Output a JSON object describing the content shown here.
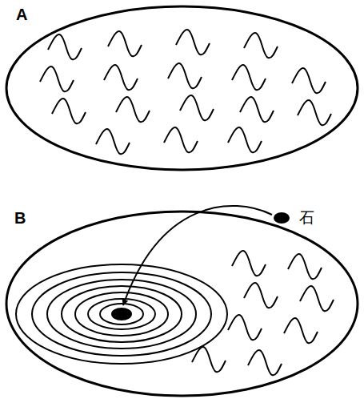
{
  "diagram": {
    "nodes": [
      {
        "text": [
          "A"
        ]
      },
      {
        "text": [
          "B"
        ]
      }
    ],
    "labels": [
      "石"
    ]
  }
}
